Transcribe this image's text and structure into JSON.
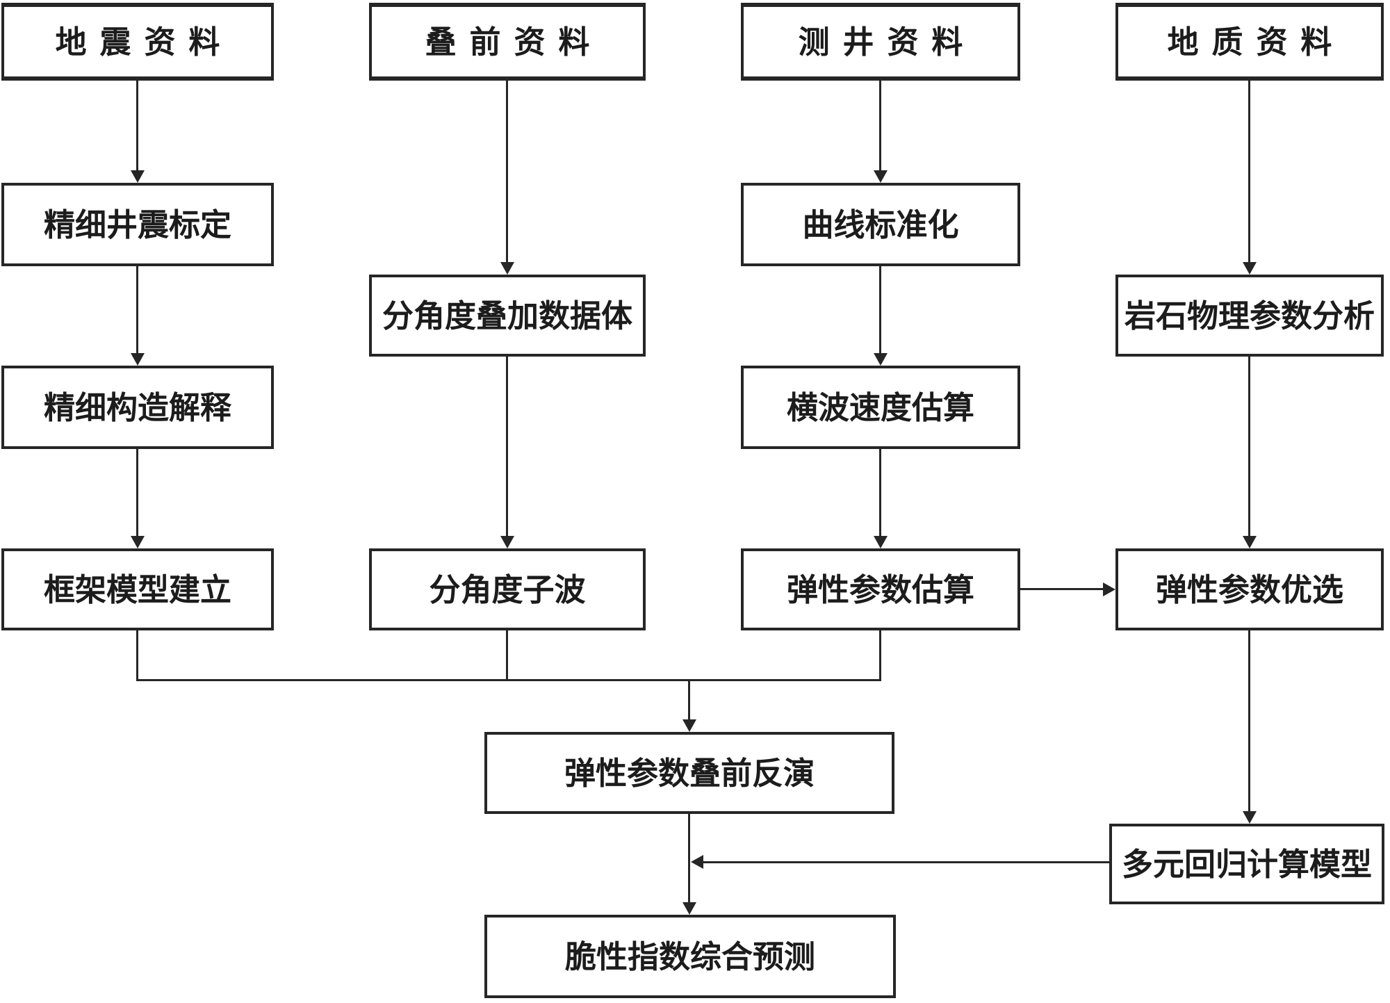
{
  "diagram": {
    "type": "flowchart",
    "background_color": "#ffffff",
    "line_color": "#262626",
    "nodes": [
      {
        "id": "seismic-data",
        "label": "地震资料"
      },
      {
        "id": "prestack-data",
        "label": "叠前资料"
      },
      {
        "id": "well-log-data",
        "label": "测井资料"
      },
      {
        "id": "geologic-data",
        "label": "地质资料"
      },
      {
        "id": "fine-well-seismic-calibration",
        "label": "精细井震标定"
      },
      {
        "id": "curve-normalization",
        "label": "曲线标准化"
      },
      {
        "id": "angle-stack-volumes",
        "label": "分角度叠加数据体"
      },
      {
        "id": "rock-physics-analysis",
        "label": "岩石物理参数分析"
      },
      {
        "id": "fine-structure-interpretation",
        "label": "精细构造解释"
      },
      {
        "id": "shear-velocity-estimation",
        "label": "横波速度估算"
      },
      {
        "id": "framework-model-building",
        "label": "框架模型建立"
      },
      {
        "id": "angle-wavelet",
        "label": "分角度子波"
      },
      {
        "id": "elastic-parameter-estimation",
        "label": "弹性参数估算"
      },
      {
        "id": "elastic-parameter-selection",
        "label": "弹性参数优选"
      },
      {
        "id": "prestack-elastic-inversion",
        "label": "弹性参数叠前反演"
      },
      {
        "id": "multivariate-regression-model",
        "label": "多元回归计算模型"
      },
      {
        "id": "brittleness-index-prediction",
        "label": "脆性指数综合预测"
      }
    ],
    "edges": [
      {
        "from": "seismic-data",
        "to": "fine-well-seismic-calibration"
      },
      {
        "from": "fine-well-seismic-calibration",
        "to": "fine-structure-interpretation"
      },
      {
        "from": "fine-structure-interpretation",
        "to": "framework-model-building"
      },
      {
        "from": "prestack-data",
        "to": "angle-stack-volumes"
      },
      {
        "from": "angle-stack-volumes",
        "to": "angle-wavelet"
      },
      {
        "from": "well-log-data",
        "to": "curve-normalization"
      },
      {
        "from": "curve-normalization",
        "to": "shear-velocity-estimation"
      },
      {
        "from": "shear-velocity-estimation",
        "to": "elastic-parameter-estimation"
      },
      {
        "from": "geologic-data",
        "to": "rock-physics-analysis"
      },
      {
        "from": "rock-physics-analysis",
        "to": "elastic-parameter-selection"
      },
      {
        "from": "elastic-parameter-estimation",
        "to": "elastic-parameter-selection"
      },
      {
        "from": "framework-model-building",
        "to": "prestack-elastic-inversion"
      },
      {
        "from": "angle-wavelet",
        "to": "prestack-elastic-inversion"
      },
      {
        "from": "elastic-parameter-estimation",
        "to": "prestack-elastic-inversion"
      },
      {
        "from": "elastic-parameter-selection",
        "to": "multivariate-regression-model"
      },
      {
        "from": "multivariate-regression-model",
        "to": "brittleness-index-prediction"
      },
      {
        "from": "prestack-elastic-inversion",
        "to": "brittleness-index-prediction"
      }
    ]
  }
}
